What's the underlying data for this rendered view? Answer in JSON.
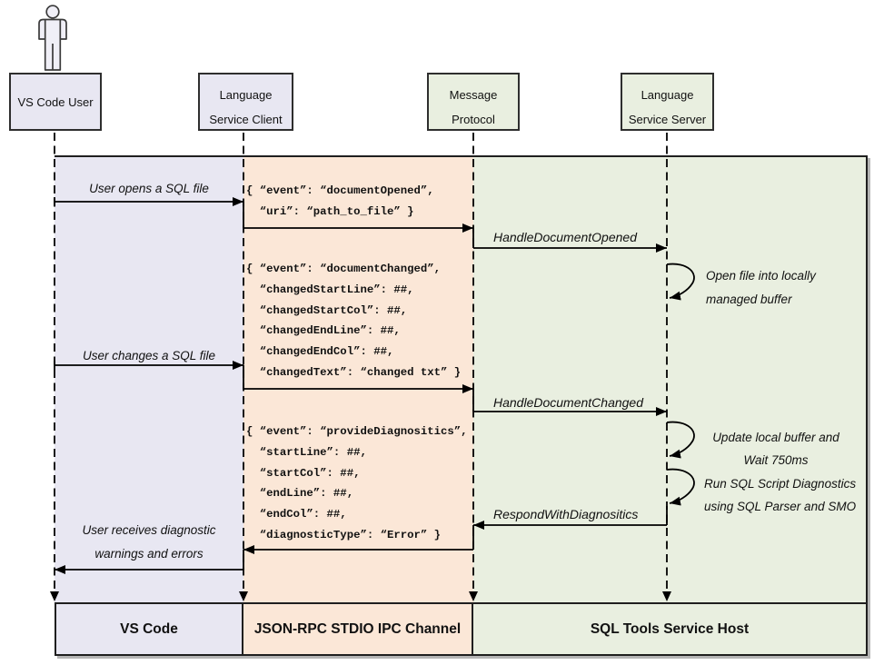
{
  "participants": [
    {
      "name": "VS Code User",
      "lines": [
        "VS Code User"
      ]
    },
    {
      "name": "Language Service Client",
      "lines": [
        "Language",
        "Service Client"
      ]
    },
    {
      "name": "Message Protocol",
      "lines": [
        "Message",
        "Protocol"
      ]
    },
    {
      "name": "Language Service Server",
      "lines": [
        "Language",
        "Service Server"
      ]
    }
  ],
  "labels": {
    "user_opens": "User opens a SQL file",
    "handle_document_opened": "HandleDocumentOpened",
    "open_file_1": "Open file into locally",
    "open_file_2": "managed buffer",
    "user_changes": "User changes a SQL file",
    "handle_document_changed": "HandleDocumentChanged",
    "update_buffer_1": "Update local buffer and",
    "update_buffer_2": "Wait 750ms",
    "run_diag_1": "Run SQL Script Diagnostics",
    "run_diag_2": "using SQL Parser and SMO",
    "respond": "RespondWithDiagnositics",
    "user_receives_1": "User receives diagnostic",
    "user_receives_2": "warnings and errors"
  },
  "json_blocks": [
    {
      "lines": [
        "{ “event”: “documentOpened”,",
        "  “uri”: “path_to_file” }"
      ]
    },
    {
      "lines": [
        "{ “event”: “documentChanged”,",
        "  “changedStartLine”: ##,",
        "  “changedStartCol”: ##,",
        "  “changedEndLine”: ##,",
        "  “changedEndCol”: ##,",
        "  “changedText”: “changed txt” }"
      ]
    },
    {
      "lines": [
        "{ “event”: “provideDiagnositics”,",
        "  “startLine”: ##,",
        "  “startCol”: ##,",
        "  “endLine”: ##,",
        "  “endCol”: ##,",
        "  “diagnosticType”: “Error” }"
      ]
    }
  ],
  "bottom_boxes": [
    {
      "label": "VS Code"
    },
    {
      "label": "JSON-RPC STDIO IPC Channel"
    },
    {
      "label": "SQL Tools Service Host"
    }
  ],
  "colors": {
    "lavender": "#e8e7f2",
    "peach": "#fbe7d7",
    "green": "#e9efe0",
    "line": "#1f1f1f",
    "shadow": "#b5b5b5"
  }
}
